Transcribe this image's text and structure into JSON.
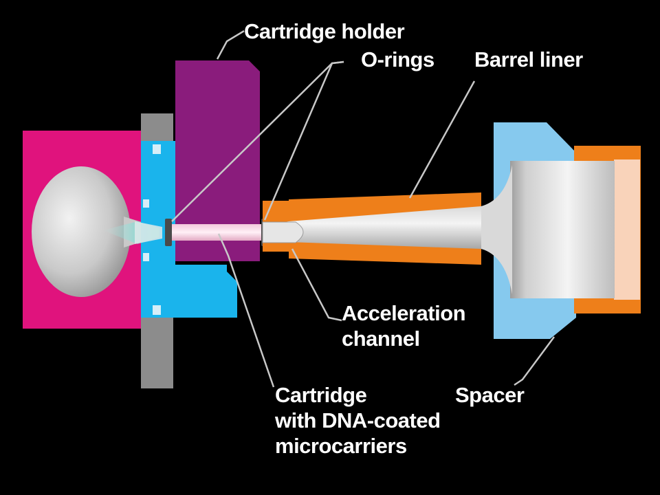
{
  "labels": {
    "cartridge_holder": "Cartridge holder",
    "o_rings": "O-rings",
    "barrel_liner": "Barrel liner",
    "acceleration_channel": [
      "Acceleration",
      "channel"
    ],
    "cartridge": [
      "Cartridge",
      "with DNA-coated",
      "microcarriers"
    ],
    "spacer": "Spacer"
  },
  "colors": {
    "background": "#000000",
    "gas_chamber": "#e0137d",
    "valve_body": "#1ab4ec",
    "gasket": "#8c8c8c",
    "cartridge_holder": "#8a1c7c",
    "barrel_liner": "#ee7f1a",
    "spacer": "#86c9ee",
    "metal": "#d8d8d8",
    "label_text": "#ffffff",
    "leader_lines": "#c8c8c8"
  }
}
